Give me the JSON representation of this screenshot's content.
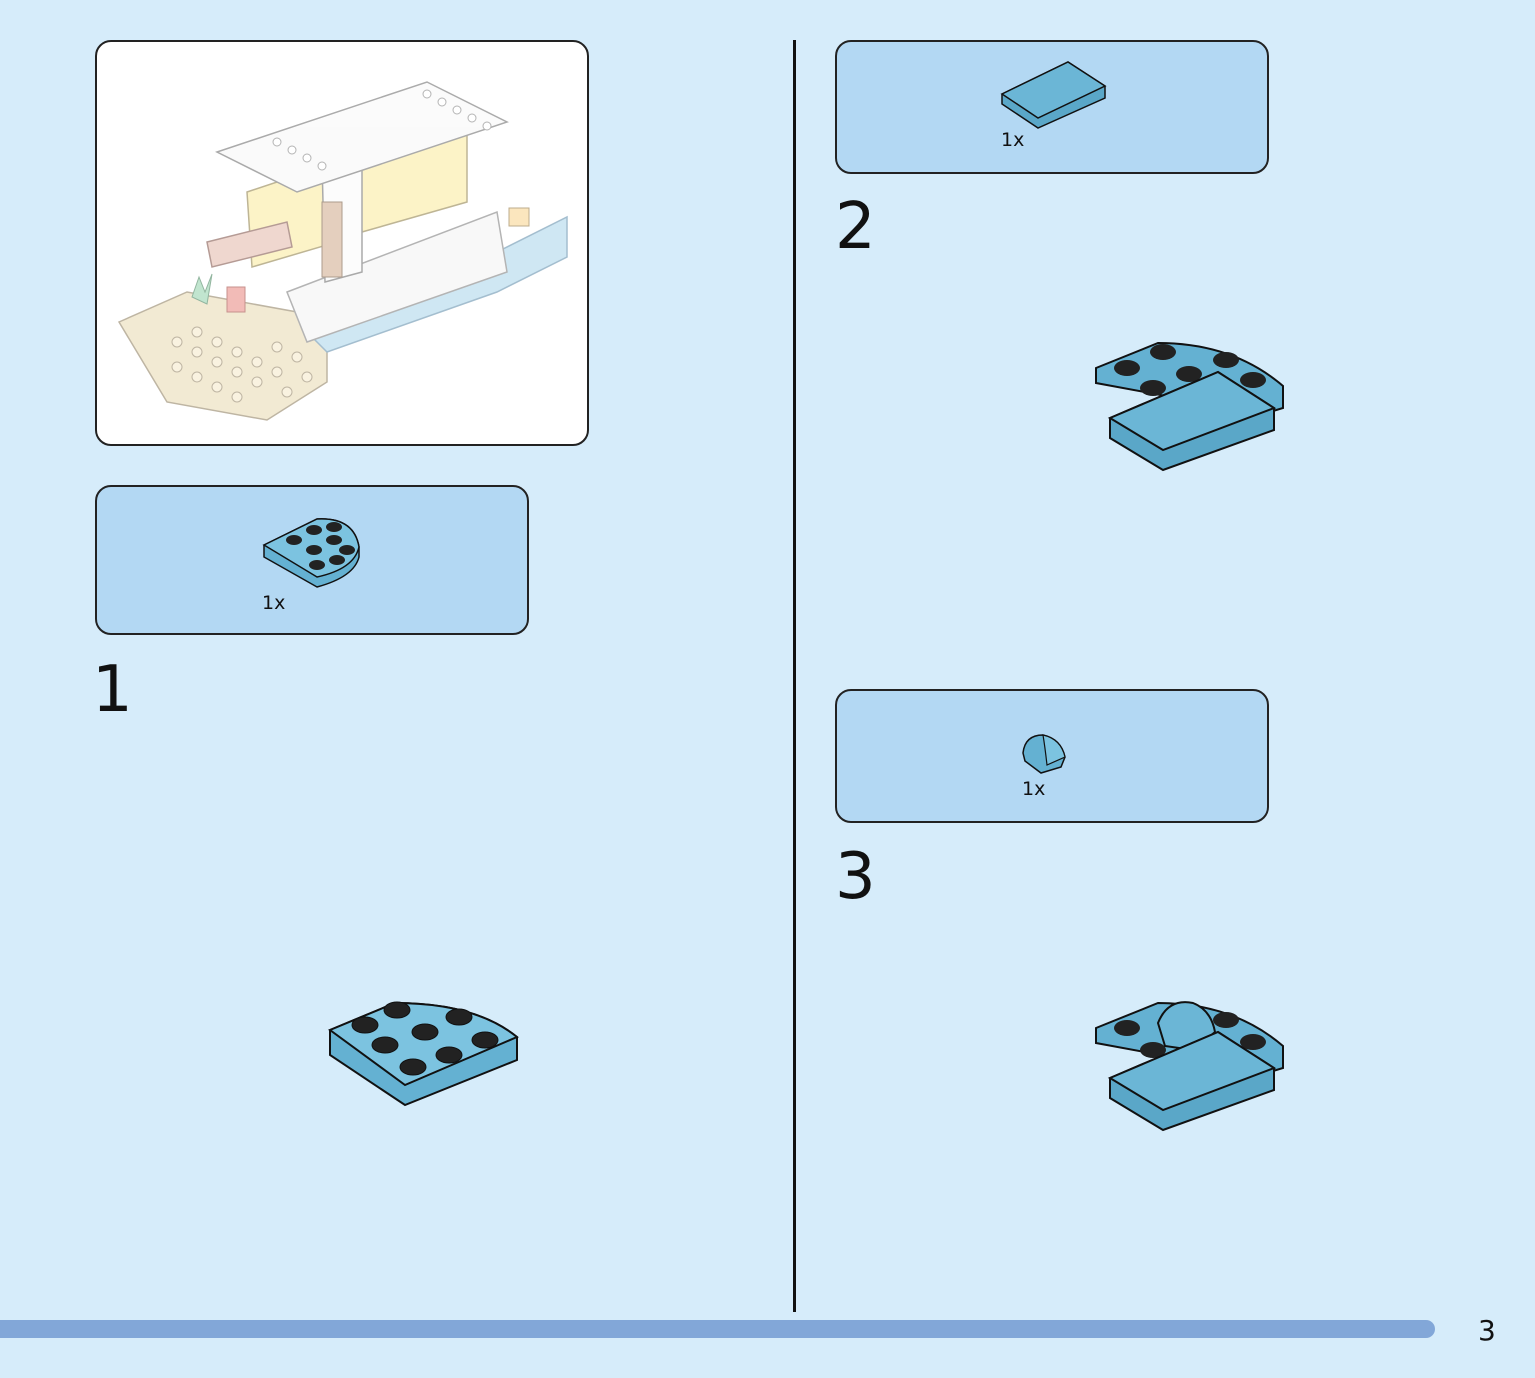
{
  "page": {
    "number": "3"
  },
  "colors": {
    "background": "#d6ecfa",
    "parts_box": "#b3d8f3",
    "brick_blue": "#64b1d2",
    "progress_bar": "#82a7d8"
  },
  "preview": {
    "image": "houseboat-preview-illustration"
  },
  "steps": [
    {
      "number": "1",
      "parts": [
        {
          "qty": "1x",
          "piece": "quarter-round-plate-icon"
        }
      ]
    },
    {
      "number": "2",
      "parts": [
        {
          "qty": "1x",
          "piece": "tile-2x3-icon"
        }
      ]
    },
    {
      "number": "3",
      "parts": [
        {
          "qty": "1x",
          "piece": "curved-slope-icon"
        }
      ]
    }
  ]
}
